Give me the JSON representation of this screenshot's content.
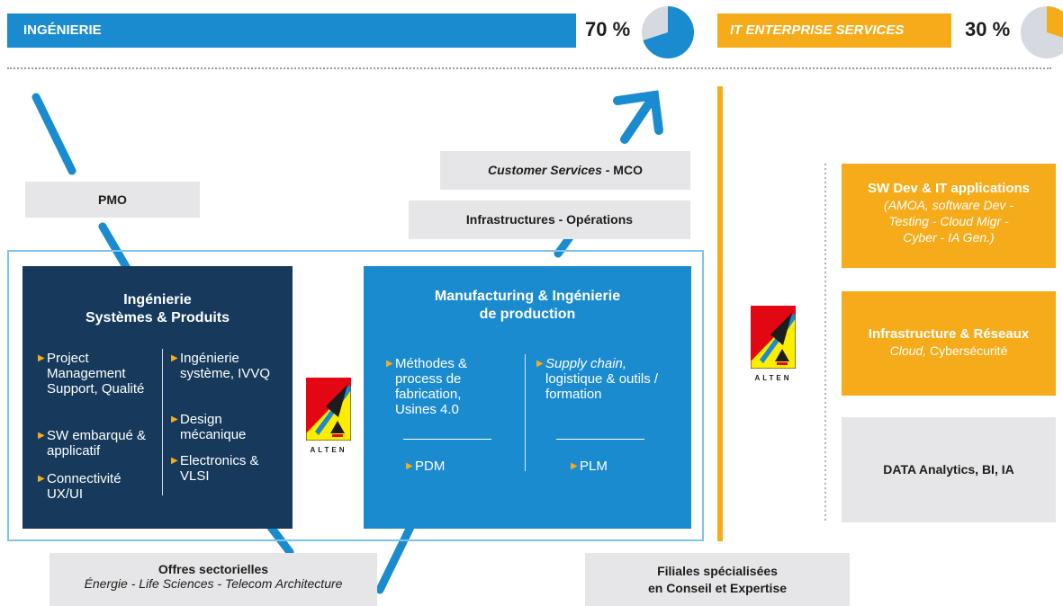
{
  "header": {
    "ingenierie_label": "INGÉNIERIE",
    "ingenierie_pct": "70 %",
    "ingenierie_share": 0.7,
    "it_label": "IT ENTERPRISE SERVICES",
    "it_pct": "30 %",
    "it_share": 0.3
  },
  "colors": {
    "blue": "#1b8bd0",
    "navy": "#173a5c",
    "orange": "#f6ac1a",
    "grey": "#e6e6e8",
    "pie_rest": "#d6d9df"
  },
  "boxes": {
    "pmo": "PMO",
    "customer_services_italic": "Customer Services",
    "customer_services_rest": " - MCO",
    "infrastructures": "Infrastructures - Opérations",
    "offres_title": "Offres sectorielles",
    "offres_subtitle": "Énergie - Life Sciences - Telecom Architecture",
    "filiales_line1": "Filiales spécialisées",
    "filiales_line2": "en Conseil et Expertise"
  },
  "isp": {
    "title_line1": "Ingénierie",
    "title_line2": "Systèmes & Produits",
    "left_items": [
      "Project Management Support, Qualité",
      "SW embarqué & applicatif",
      "Connectivité UX/UI"
    ],
    "right_items": [
      "Ingénierie système, IVVQ",
      "Design mécanique",
      "Electronics & VLSI"
    ]
  },
  "mip": {
    "title_line1": "Manufacturing & Ingénierie",
    "title_line2": "de production",
    "left_item": "Méthodes & process de fabrication, Usines 4.0",
    "right_item_italic": "Supply chain,",
    "right_item_rest": "logistique & outils / formation",
    "pdm": "PDM",
    "plm": "PLM"
  },
  "it_side": {
    "sw_title": "SW Dev & IT applications",
    "sw_detail": "(AMOA, software Dev - Testing - Cloud Migr - Cyber - IA Gen.)",
    "infra_title": "Infrastructure & Réseaux",
    "infra_detail_italic": "Cloud,",
    "infra_detail_rest": " Cybersécurité",
    "data": "DATA Analytics, BI, IA"
  },
  "logo_text": "ALTEN",
  "icons": {
    "arrow": "up-right-arrow-icon",
    "bullet": "orange-triangle-bullet-icon",
    "logo": "alten-logo-icon"
  }
}
